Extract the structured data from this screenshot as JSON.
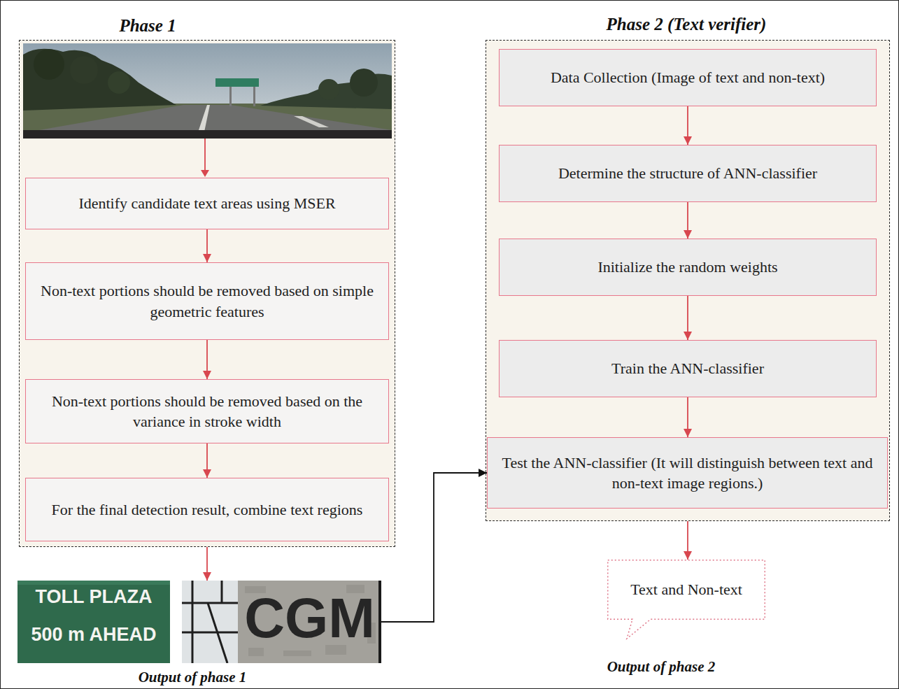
{
  "diagram": {
    "nodes": [
      {
        "text": [
          "Phase 1"
        ]
      },
      {
        "text": [
          "Identify candidate text areas using MSER"
        ],
        "in": 0
      },
      {
        "text": [
          "Non-text portions should be removed based on simple geometric features"
        ],
        "in": 0
      },
      {
        "text": [
          "Non-text portions should be removed based on the variance in stroke width"
        ],
        "in": 0
      },
      {
        "text": [
          "For the final detection result, combine text regions"
        ],
        "in": 0
      },
      {
        "text": [
          "Output of phase 1"
        ]
      },
      {
        "text": [
          "Phase 2 (Text verifier)"
        ]
      },
      {
        "text": [
          "Data Collection (Image of text and non-text)"
        ],
        "in": 6
      },
      {
        "text": [
          "Determine the structure of ANN-classifier"
        ],
        "in": 6
      },
      {
        "text": [
          "Initialize the random weights"
        ],
        "in": 6
      },
      {
        "text": [
          "Train the ANN-classifier"
        ],
        "in": 6
      },
      {
        "text": [
          "Test the ANN-classifier (It will distinguish between text and non-text image regions.)"
        ],
        "in": 6
      },
      {
        "text": [
          "Text and Non-text",
          "Output of phase 2"
        ]
      }
    ],
    "edges": [
      {
        "from": 1,
        "to": 2,
        "arrow": "to"
      },
      {
        "from": 2,
        "to": 3,
        "arrow": "to"
      },
      {
        "from": 3,
        "to": 4,
        "arrow": "to"
      },
      {
        "from": 0,
        "to": 5,
        "arrow": "to"
      },
      {
        "from": 5,
        "to": 11,
        "arrow": "to"
      },
      {
        "from": 7,
        "to": 8,
        "arrow": "to"
      },
      {
        "from": 8,
        "to": 9,
        "arrow": "to"
      },
      {
        "from": 9,
        "to": 10,
        "arrow": "to"
      },
      {
        "from": 10,
        "to": 11,
        "arrow": "to"
      },
      {
        "from": 6,
        "to": 12,
        "arrow": "to"
      }
    ],
    "labels": [
      "TOLL PLAZA",
      "500 m AHEAD",
      "CGM"
    ]
  }
}
